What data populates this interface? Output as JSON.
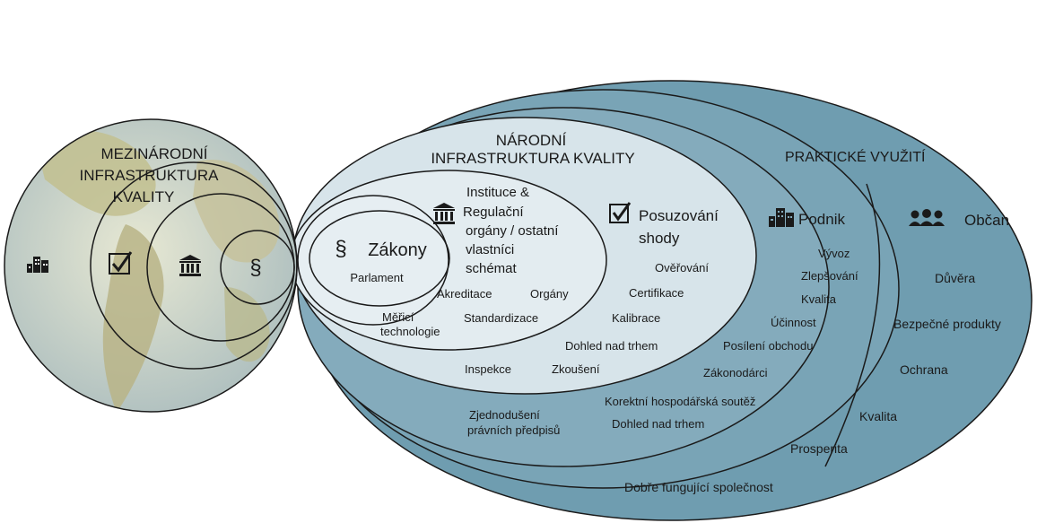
{
  "colors": {
    "outer_blue": "#6f9db0",
    "mid_blue": "#79a4b6",
    "inner_light": "#d7e4ea",
    "innermost": "#e6eef2",
    "globe_land": "#b7b88a",
    "globe_water": "#c8dae2",
    "stroke": "#1a1a1a"
  },
  "international": {
    "title_line1": "MEZINÁRODNÍ",
    "title_line2": "INFRASTRUKTURA",
    "title_line3": "KVALITY",
    "icons": [
      "factory-icon",
      "checkmark-box-icon",
      "institution-icon",
      "section-sign-icon"
    ],
    "section_glyph": "§"
  },
  "national": {
    "title_line1": "NÁRODNÍ",
    "title_line2": "INFRASTRUKTURA KVALITY",
    "laws": {
      "glyph": "§",
      "label": "Zákony",
      "sub": "Parlament"
    },
    "institutions": {
      "line1": "Instituce &",
      "line2": "Regulační",
      "line3": "orgány / ostatní",
      "line4": "vlastníci",
      "line5": "schémat"
    },
    "items": {
      "akreditace": "Akreditace",
      "organy": "Orgány",
      "meric1": "Měřicí",
      "meric2": "technologie",
      "standardizace": "Standardizace",
      "inspekce": "Inspekce",
      "zkouseni": "Zkoušení"
    },
    "conformity": {
      "line1": "Posuzování",
      "line2": "shody",
      "overovani": "Ověřování",
      "certifikace": "Certifikace",
      "kalibrace": "Kalibrace",
      "dohled": "Dohled nad trhem"
    }
  },
  "ring_items": {
    "zjed1": "Zjednodušení",
    "zjed2": "právních předpisů",
    "korektni": "Korektní hospodářská soutěž",
    "dohled2": "Dohled nad trhem",
    "zakonodarci": "Zákonodárci",
    "posileni": "Posílení obchodu",
    "ucinnost": "Účinnost"
  },
  "practical": {
    "title": "PRAKTICKÉ VYUŽITÍ",
    "podnik": "Podnik",
    "obcan": "Občan",
    "podnik_items": {
      "vyvoz": "Vývoz",
      "zlepsovani": "Zlepšování",
      "kvalita": "Kvalita"
    },
    "obcan_items": {
      "duvera": "Důvěra",
      "bezpecne": "Bezpečné produkty",
      "ochrana": "Ochrana",
      "kvalita": "Kvalita",
      "prosperita": "Prosperita"
    },
    "society": "Dobře fungující společnost"
  }
}
